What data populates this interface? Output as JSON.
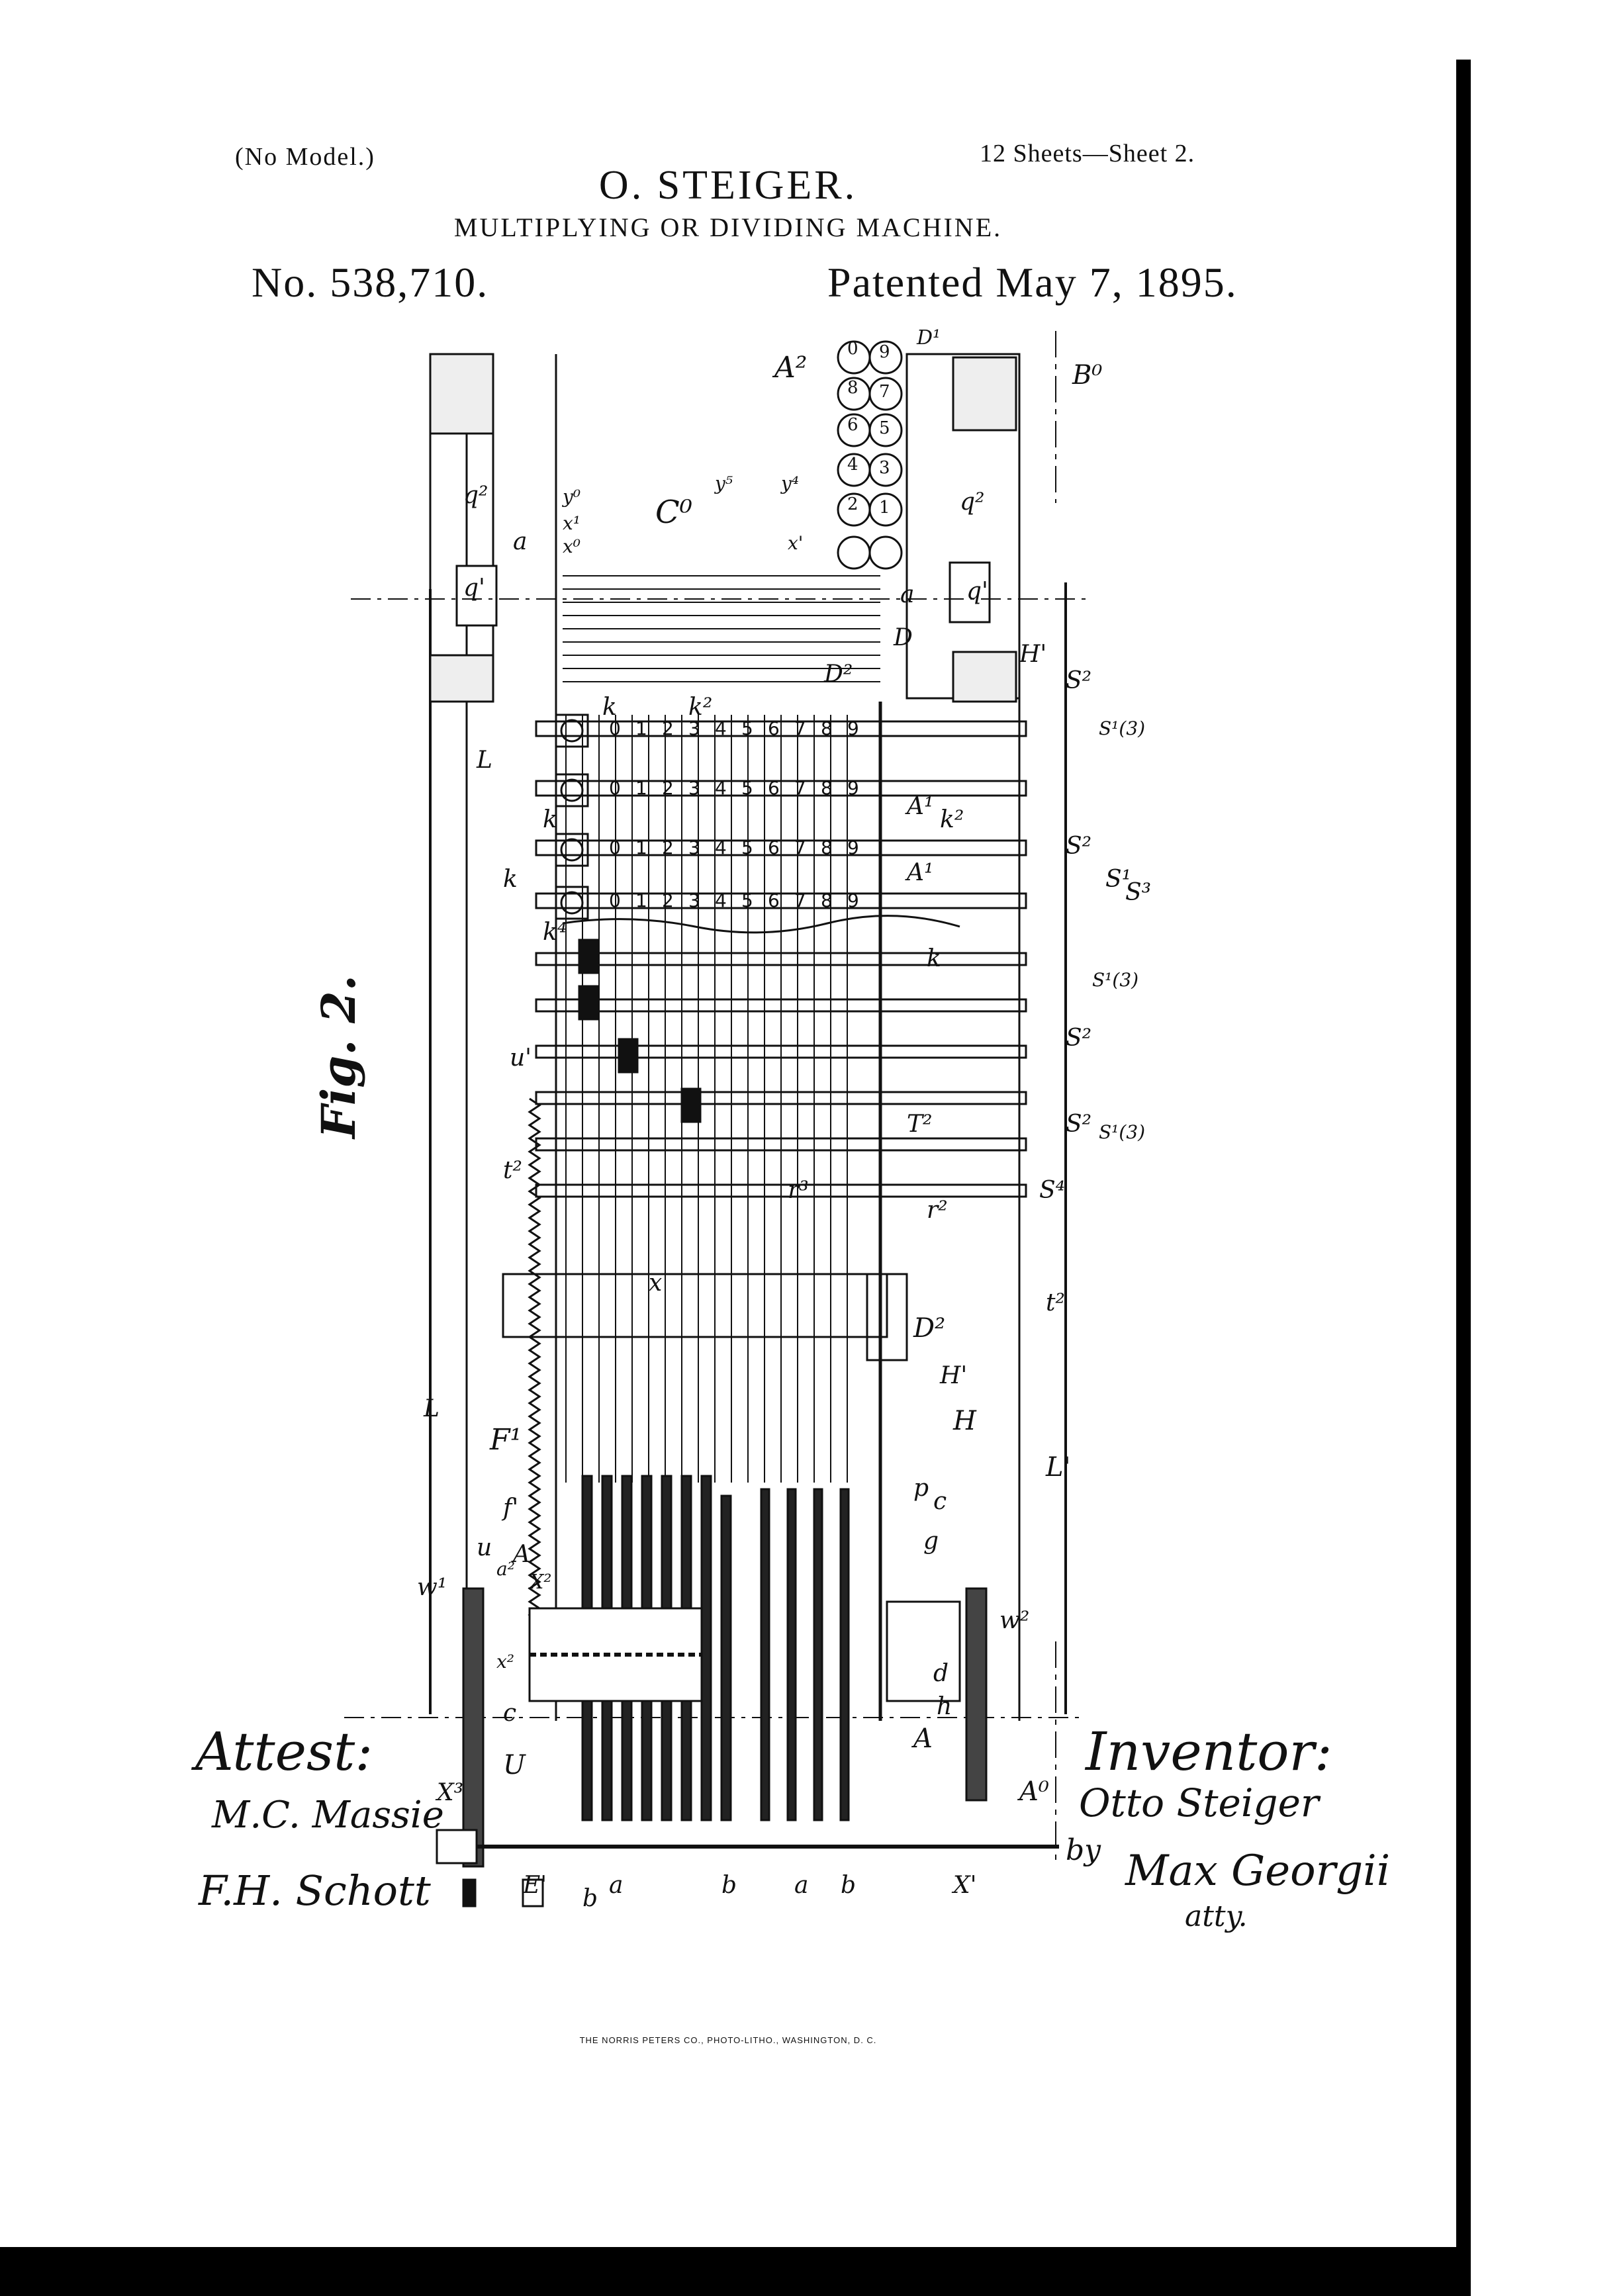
{
  "header": {
    "no_model": "(No Model.)",
    "sheets": "12 Sheets—Sheet 2.",
    "inventor": "O. STEIGER.",
    "title": "MULTIPLYING OR DIVIDING MACHINE.",
    "patent_number": "No. 538,710.",
    "patent_date": "Patented May 7, 1895."
  },
  "figure_label": "Fig. 2.",
  "signatures": {
    "attest_label": "Attest:",
    "witness_1": "M.C. Massie",
    "witness_2": "F.H. Schott",
    "inventor_label": "Inventor:",
    "inventor_signature": "Otto Steiger",
    "by": "by",
    "attorney": "Max Georgii",
    "attorney_suffix": "atty."
  },
  "printer_credit": "THE NORRIS PETERS CO., PHOTO-LITHO., WASHINGTON, D. C.",
  "labels": {
    "q2_top": "q²",
    "a_top": "a",
    "q1_left": "q'",
    "y0": "y⁰",
    "x1": "x¹",
    "x0": "x⁰",
    "c0": "C⁰",
    "y5": "y⁵",
    "y4": "y⁴",
    "x_prime": "x'",
    "A2": "A²",
    "B0": "B⁰",
    "D1": "D¹",
    "q2_right": "q²",
    "q1_right": "q'",
    "D_lbl": "D",
    "a_mid": "a",
    "D2_lbl": "D²",
    "H1": "H'",
    "k1": "k",
    "k2": "k",
    "k3": "k",
    "k4": "k⁴",
    "k_dbl": "k²",
    "A1a": "A¹",
    "A1b": "A¹",
    "k2b": "k²",
    "L_top": "L",
    "S2a": "S²",
    "S1a": "S¹(3)",
    "S2b": "S²",
    "S1b": "S¹",
    "S3": "S³",
    "S1c": "S¹(3)",
    "S2c": "S²",
    "S2d": "S²",
    "S1d": "S¹(3)",
    "S4": "S⁴",
    "u1": "u'",
    "t2": "t²",
    "r3": "r³",
    "T2": "T²",
    "r2": "r²",
    "k_mid": "k",
    "x_mid": "x",
    "D2": "D²",
    "H1b": "H'",
    "H": "H",
    "t2b": "t²",
    "L_mid": "L",
    "F1": "F¹",
    "L1": "L'",
    "p": "p",
    "c": "c",
    "g": "g",
    "w1": "w¹",
    "w2": "w²",
    "u": "u",
    "f1": "f'",
    "a2": "a²",
    "A_lbl": "A",
    "X2": "X²",
    "c1": "c",
    "x2": "x²",
    "A_low": "A",
    "d": "d",
    "h": "h",
    "A0": "A⁰",
    "X3": "X³",
    "U": "U",
    "E1": "E'",
    "b1": "b",
    "a_low": "a",
    "b2": "b",
    "a_low2": "a",
    "b3": "b",
    "X1": "X'",
    "digits": [
      "0",
      "1",
      "2",
      "3",
      "4",
      "5",
      "6",
      "7",
      "8",
      "9"
    ],
    "wheel_top": [
      "2",
      "4",
      "6",
      "8",
      "0"
    ],
    "wheel_bottom": [
      "1",
      "3",
      "5",
      "7",
      "9"
    ]
  }
}
